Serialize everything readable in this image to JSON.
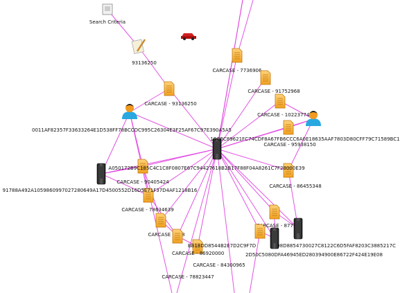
{
  "graph": {
    "edge_color": "#e040e0",
    "nodes": [
      {
        "id": "search",
        "kind": "search",
        "label": "Search Criteria"
      },
      {
        "id": "note",
        "kind": "note",
        "label": "93136250"
      },
      {
        "id": "car",
        "kind": "car",
        "label": ""
      },
      {
        "id": "hub",
        "kind": "phone",
        "label": ""
      },
      {
        "id": "c93136250",
        "kind": "case",
        "label": "CARCASE - 93136250"
      },
      {
        "id": "c7736906",
        "kind": "case",
        "label": "CARCASE - 7736906"
      },
      {
        "id": "c91752968",
        "kind": "case",
        "label": "CARCASE - 91752968"
      },
      {
        "id": "c102237740",
        "kind": "case",
        "label": "CARCASE - 102237740"
      },
      {
        "id": "c95938150",
        "kind": "case",
        "label": "CARCASE - 95938150"
      },
      {
        "id": "c86455348",
        "kind": "case",
        "label": "CARCASE - 86455348"
      },
      {
        "id": "c877150",
        "kind": "case",
        "label": "CARCASE - 877150"
      },
      {
        "id": "c90405424",
        "kind": "case",
        "label": "CARCASE - 90405424"
      },
      {
        "id": "c78634639",
        "kind": "case",
        "label": "CARCASE - 78634639"
      },
      {
        "id": "c778",
        "kind": "case",
        "label": "CARCASE - 778"
      },
      {
        "id": "c84300965",
        "kind": "case",
        "label": "CARCASE - 84300965"
      },
      {
        "id": "c78823447",
        "kind": "case",
        "label": "CARCASE - 78823447"
      },
      {
        "id": "cmid",
        "kind": "case",
        "label": "CARCASE - 86920000"
      },
      {
        "id": "person_left",
        "kind": "person",
        "label": "0011AF82357F33633264E1D538FF78BCCDC995C26304E3F25AF67C97E390A5A5"
      },
      {
        "id": "person_right",
        "kind": "person",
        "label": "19CBC89621FC74CDF8A67FB6CCC6A0E18635AAF7803D80CFF79C71589BC1"
      },
      {
        "id": "phone_left",
        "kind": "phone",
        "label": "91788A492A1059860997027280649A17D4500552D16D5E71F37D4AF1218B16"
      },
      {
        "id": "hash_mid",
        "kind": "hash",
        "label": "A050172B9C185C4C1C8F0807E67C94427618B2B17F88F04A8261C7F28000E39"
      },
      {
        "id": "phone_br1",
        "kind": "phone",
        "label": "98D8854730027C8122C6D5FAF8203C3885217C"
      },
      {
        "id": "phone_br2",
        "kind": "phone",
        "label": "2D50C5080DFA46945ED280394900E86722F424E19E08"
      },
      {
        "id": "hash_bottom",
        "kind": "hash",
        "label": "BB18DD8544B2E7D2C9F7D"
      }
    ]
  }
}
